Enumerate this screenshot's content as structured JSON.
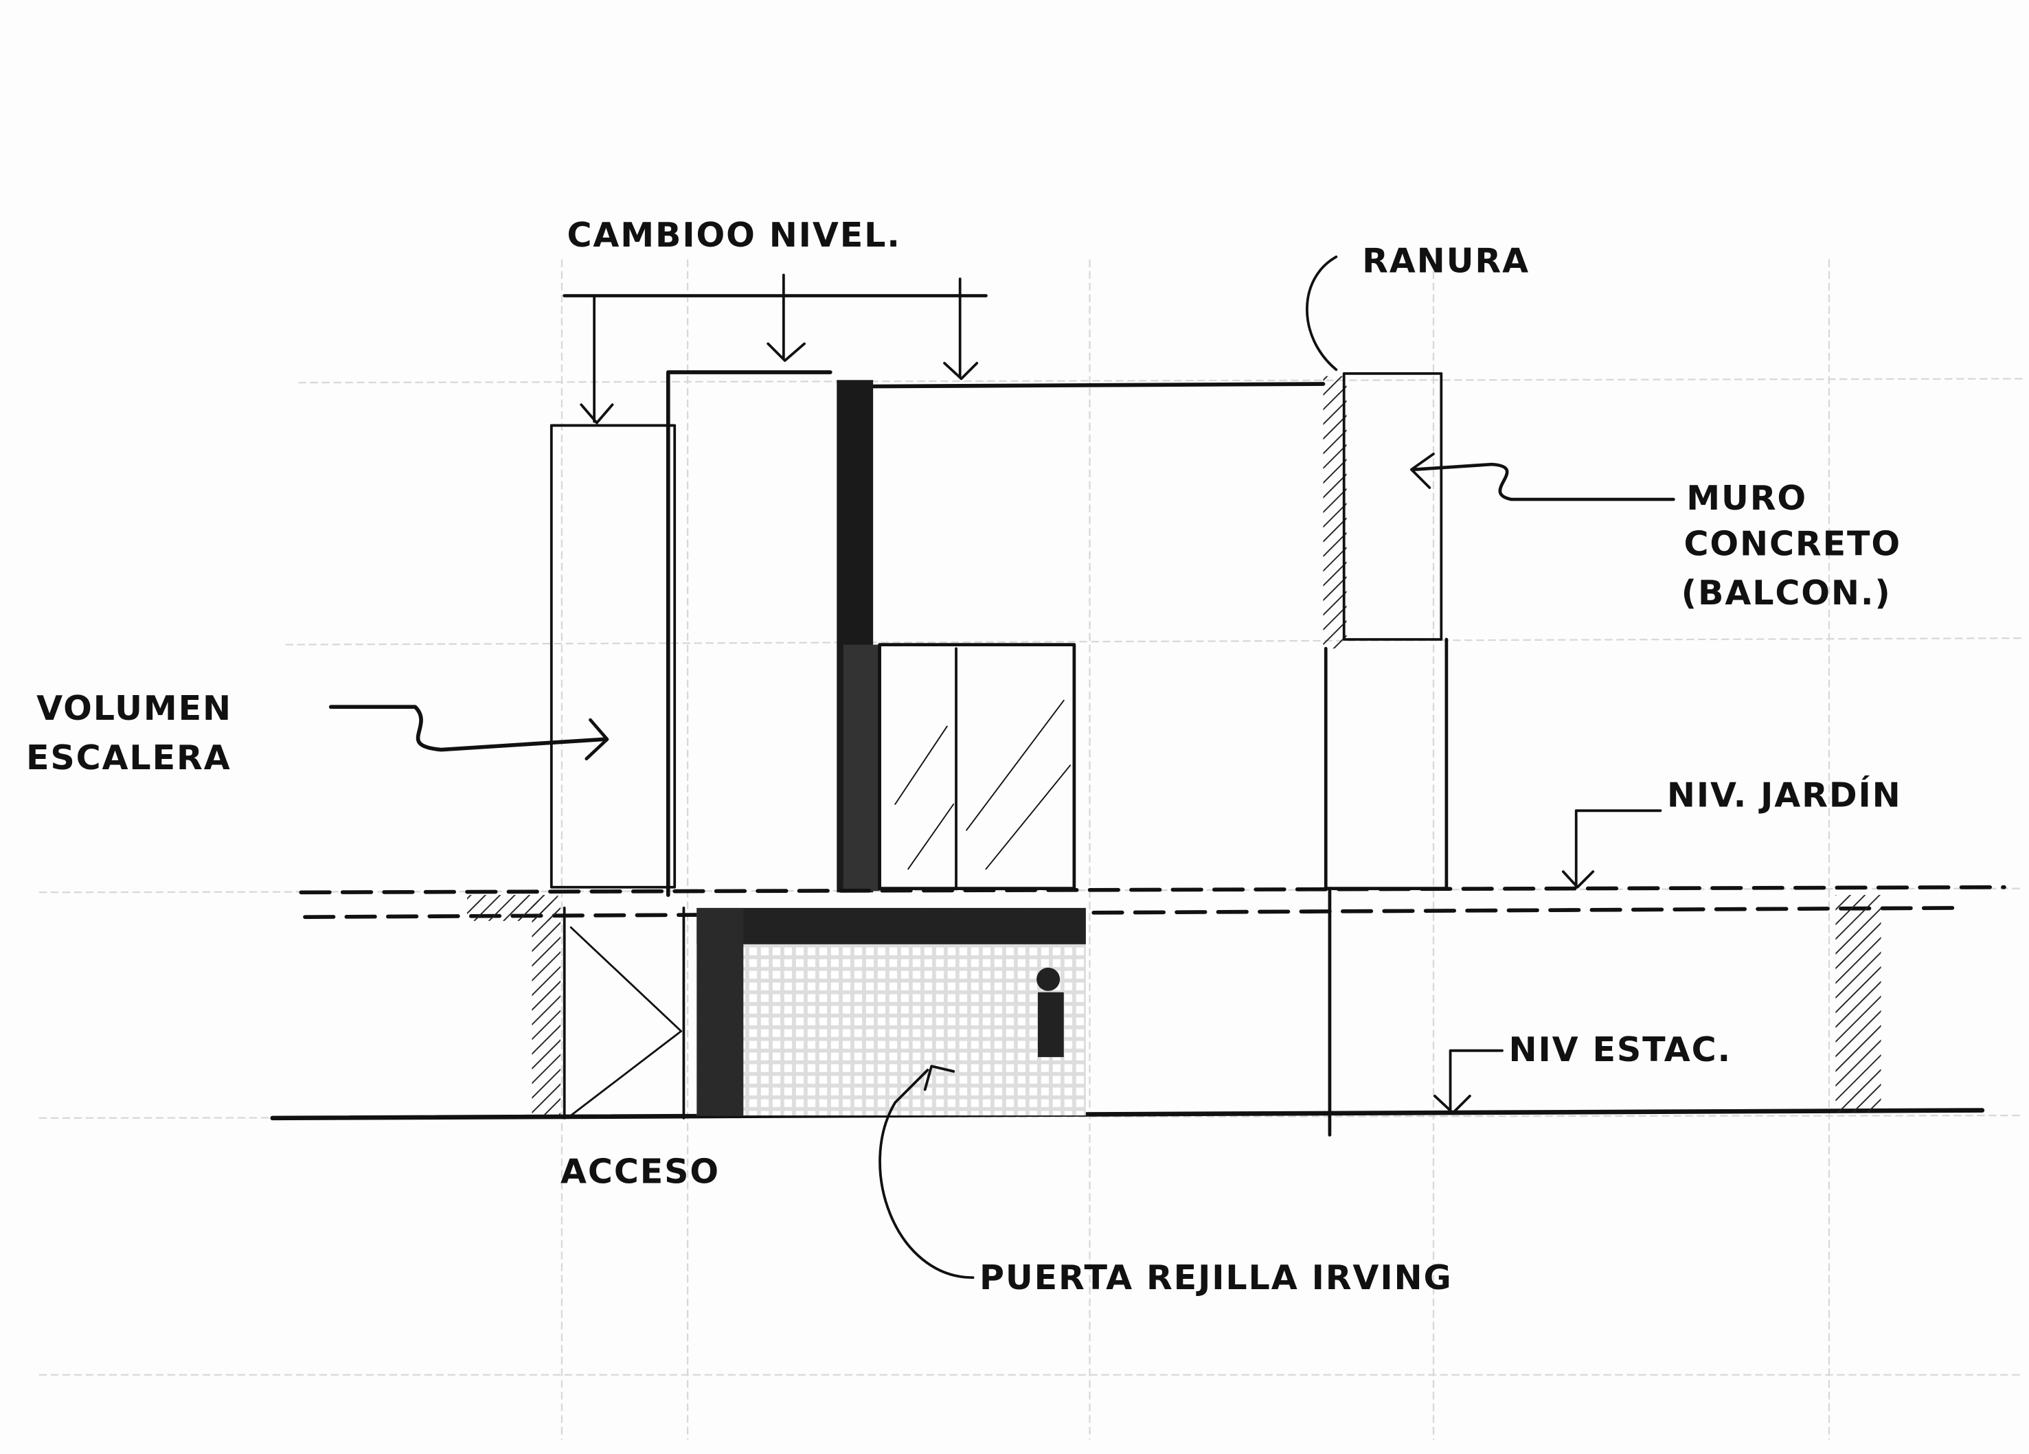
{
  "drawing": {
    "labels": {
      "cambio_nivel": "CAMBIOO NIVEL.",
      "ranura": "RANURA",
      "muro_1": "MURO",
      "muro_2": "CONCRETO",
      "muro_3": "(BALCON.)",
      "volumen_1": "VOLUMEN",
      "volumen_2": "ESCALERA",
      "niv_jardin": "NIV. JARDÍN",
      "niv_estac": "NIV ESTAC.",
      "acceso": "ACCESO",
      "puerta": "PUERTA REJILLA IRVING"
    },
    "colors": {
      "ink": "#111111",
      "paper": "#fdfdfd",
      "grid": "#d8d8d8"
    }
  }
}
